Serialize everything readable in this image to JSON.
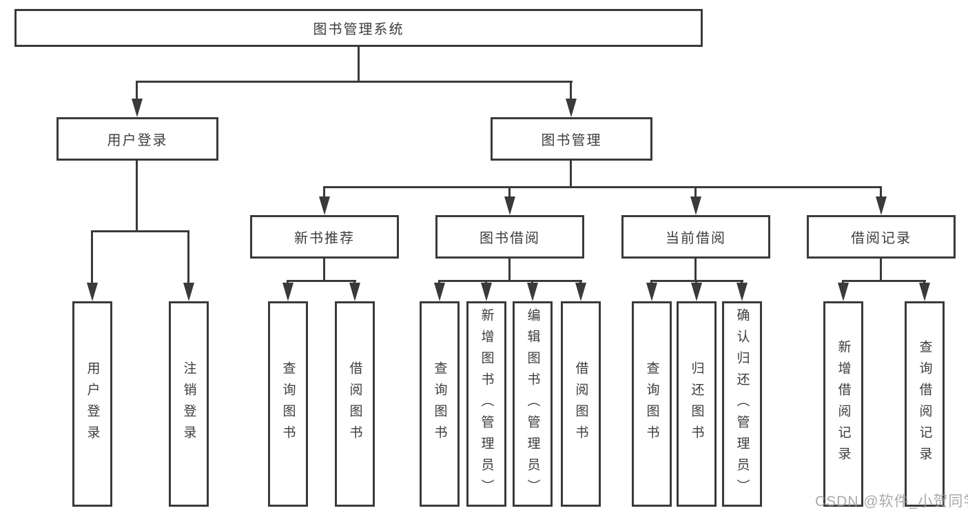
{
  "colors": {
    "background": "#ffffff",
    "line": "#3a3a3a",
    "box_border": "#3a3a3a",
    "text": "#3c3c3c",
    "watermark": "#9b9b9b"
  },
  "tree": {
    "label": "图书管理系统",
    "children": [
      {
        "label": "用户登录",
        "children": [
          {
            "label": "用户登录"
          },
          {
            "label": "注销登录"
          }
        ]
      },
      {
        "label": "图书管理",
        "children": [
          {
            "label": "新书推荐",
            "children": [
              {
                "label": "查询图书"
              },
              {
                "label": "借阅图书"
              }
            ]
          },
          {
            "label": "图书借阅",
            "children": [
              {
                "label": "查询图书"
              },
              {
                "label": "新增图书（管理员）"
              },
              {
                "label": "编辑图书（管理员）"
              },
              {
                "label": "借阅图书"
              }
            ]
          },
          {
            "label": "当前借阅",
            "children": [
              {
                "label": "查询图书"
              },
              {
                "label": "归还图书"
              },
              {
                "label": "确认归还（管理员）"
              }
            ]
          },
          {
            "label": "借阅记录",
            "children": [
              {
                "label": "新增借阅记录"
              },
              {
                "label": "查询借阅记录"
              }
            ]
          }
        ]
      }
    ]
  },
  "watermark": "CSDN @软件_小贺同学"
}
